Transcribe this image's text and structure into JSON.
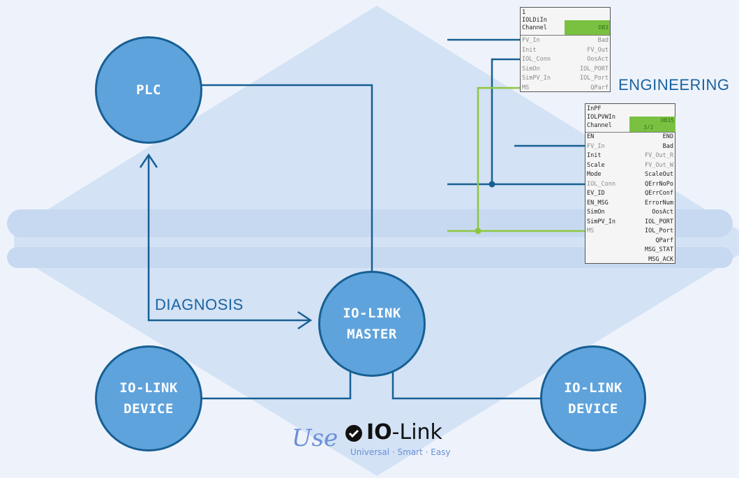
{
  "nodes": {
    "plc": "PLC",
    "master_line1": "IO-LINK",
    "master_line2": "MASTER",
    "device_left_line1": "IO-LINK",
    "device_left_line2": "DEVICE",
    "device_right_line1": "IO-LINK",
    "device_right_line2": "DEVICE"
  },
  "labels": {
    "diagnosis": "DIAGNOSIS",
    "engineering": "ENGINEERING"
  },
  "block1": {
    "h1": "1",
    "h2": "IOLDiIn",
    "h3": "Channel",
    "badge": "DB3",
    "inputs": [
      "FV_In",
      "Init",
      "IOL_Conn",
      "SimOn",
      "SimPV_In",
      "MS"
    ],
    "outputs": [
      "Bad",
      "FV_Out",
      "OosAct",
      "IOL_PORT",
      "IOL_Port",
      "QParf"
    ]
  },
  "block2": {
    "h1": "InPF",
    "h2": "IOLPVWIn",
    "h3": "Channel",
    "badge1": "OB35",
    "badge2": "3/2",
    "inputs": [
      "EN",
      "FV_In",
      "Init",
      "Scale",
      "Mode",
      "IOL_Conn",
      "EV_ID",
      "EN_MSG",
      "SimOn",
      "SimPV_In",
      "MS",
      "",
      "",
      ""
    ],
    "outputs": [
      "ENO",
      "Bad",
      "FV_Out_R",
      "FV_Out_W",
      "ScaleOut",
      "QErrNoPo",
      "QErrConf",
      "ErrorNum",
      "OosAct",
      "IOL_PORT",
      "IOL_Port",
      "QParf",
      "MSG_STAT",
      "MSG_ACK"
    ]
  },
  "logo": {
    "use": "Use",
    "io": "IO",
    "link": "-Link",
    "tagline": "Universal · Smart · Easy"
  },
  "colors": {
    "node_fill": "#5fa3dc",
    "node_stroke": "#175f93",
    "wire_blue": "#175f93",
    "wire_green": "#8dc63f",
    "band": "#c7d9f0",
    "diamond": "#d3e2f5"
  }
}
